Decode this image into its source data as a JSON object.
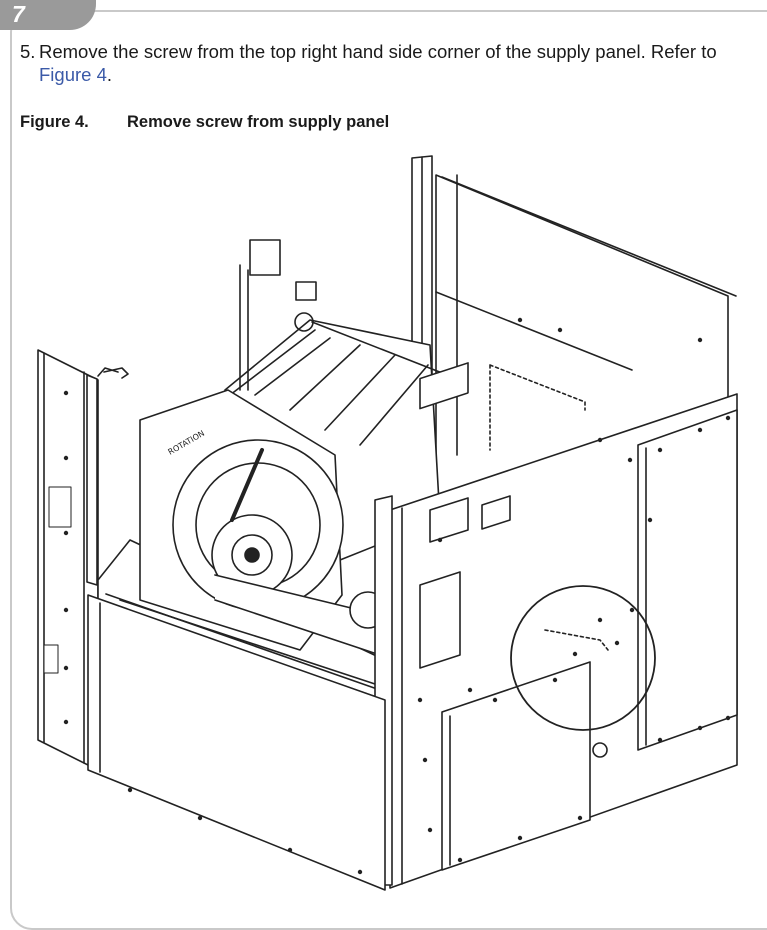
{
  "page": {
    "number": "7"
  },
  "step": {
    "number": "5.",
    "text_before": "Remove the screw from the top right hand side corner of the supply panel. Refer to ",
    "link": "Figure 4",
    "text_after": "."
  },
  "figure": {
    "label": "Figure 4.",
    "title": "Remove screw from supply panel",
    "blower_label": "ROTATION"
  },
  "colors": {
    "tab": "#9a9a9a",
    "link": "#3b5aa8",
    "frame": "#c9c9c9"
  }
}
